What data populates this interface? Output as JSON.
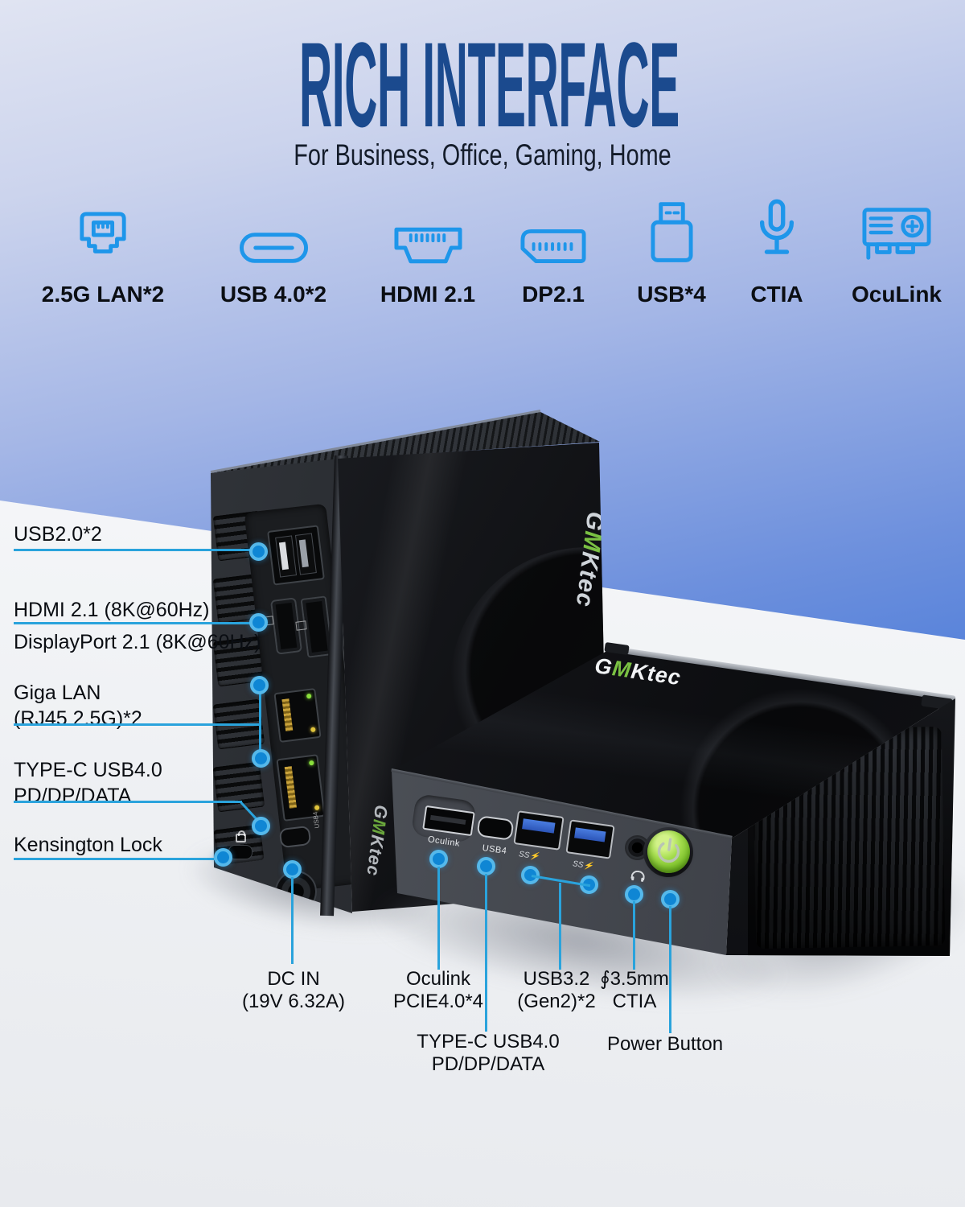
{
  "header": {
    "title": "RICH INTERFACE",
    "subtitle": "For Business, Office, Gaming, Home"
  },
  "icon_row": [
    {
      "icon": "lan-port-icon",
      "label": "2.5G LAN*2"
    },
    {
      "icon": "usb-c-port-icon",
      "label": "USB 4.0*2"
    },
    {
      "icon": "hdmi-port-icon",
      "label": "HDMI 2.1"
    },
    {
      "icon": "displayport-icon",
      "label": "DP2.1"
    },
    {
      "icon": "usb-a-plug-icon",
      "label": "USB*4"
    },
    {
      "icon": "microphone-icon",
      "label": "CTIA"
    },
    {
      "icon": "oculink-card-icon",
      "label": "OcuLink"
    }
  ],
  "left_callouts": {
    "usb20": "USB2.0*2",
    "hdmi": "HDMI 2.1 (8K@60Hz)",
    "displayport": "DisplayPort 2.1 (8K@60Hz)",
    "lan_line1": "Giga LAN",
    "lan_line2": "(RJ45 2.5G)*2",
    "typec_line1": "TYPE-C USB4.0",
    "typec_line2": "PD/DP/DATA",
    "kensington": "Kensington Lock"
  },
  "bottom_callouts": {
    "dc_line1": "DC IN",
    "dc_line2": "(19V 6.32A)",
    "oculink_line1": "Oculink",
    "oculink_line2": "PCIE4.0*4",
    "typec_line1": "TYPE-C USB4.0",
    "typec_line2": "PD/DP/DATA",
    "usb32_line1": "USB3.2",
    "usb32_line2": "(Gen2)*2",
    "jack_line1": "∮3.5mm",
    "jack_line2": "CTIA",
    "power": "Power Button"
  },
  "device": {
    "brand_g": "G",
    "brand_m": "M",
    "brand_rest": "Ktec",
    "front_oculink_label": "Oculink",
    "front_usb4_label": "USB4",
    "front_ss_label": "SS⚡",
    "rear_usb4_label": "USB4"
  },
  "colors": {
    "icon_blue": "#1e96ea",
    "callout_blue": "#2aa3dc",
    "title_navy": "#1b4a8e",
    "power_green": "#8ccb33",
    "usb_tongue_blue": "#3566cf"
  }
}
